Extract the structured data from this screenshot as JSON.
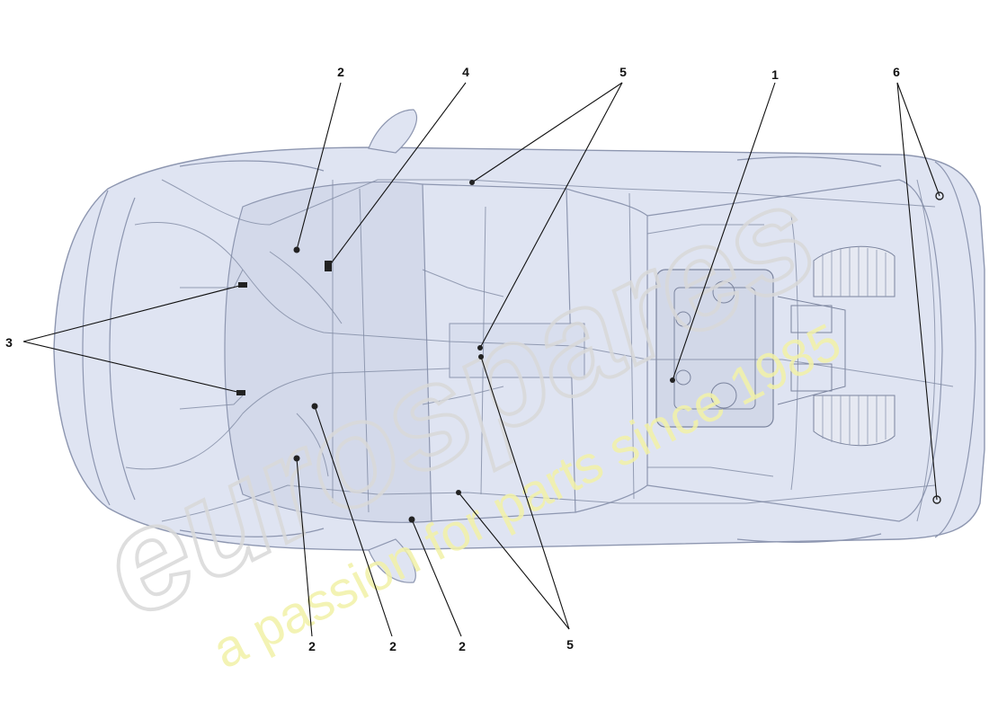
{
  "diagram": {
    "callouts": [
      {
        "id": "1",
        "label": "1"
      },
      {
        "id": "2a",
        "label": "2"
      },
      {
        "id": "2b",
        "label": "2"
      },
      {
        "id": "2c",
        "label": "2"
      },
      {
        "id": "2d",
        "label": "2"
      },
      {
        "id": "3",
        "label": "3"
      },
      {
        "id": "4",
        "label": "4"
      },
      {
        "id": "5a",
        "label": "5"
      },
      {
        "id": "5b",
        "label": "5"
      },
      {
        "id": "6",
        "label": "6"
      }
    ],
    "watermark": {
      "brand": "eurospares",
      "tagline": "a passion for parts since 1985"
    },
    "colors": {
      "car_fill": "#dfe4f2",
      "car_stroke": "#8d96b0",
      "wire": "#7f89a3",
      "watermark_brand": "#d9d9d9",
      "watermark_tagline": "#f2f2a8",
      "leader": "#111111"
    }
  }
}
